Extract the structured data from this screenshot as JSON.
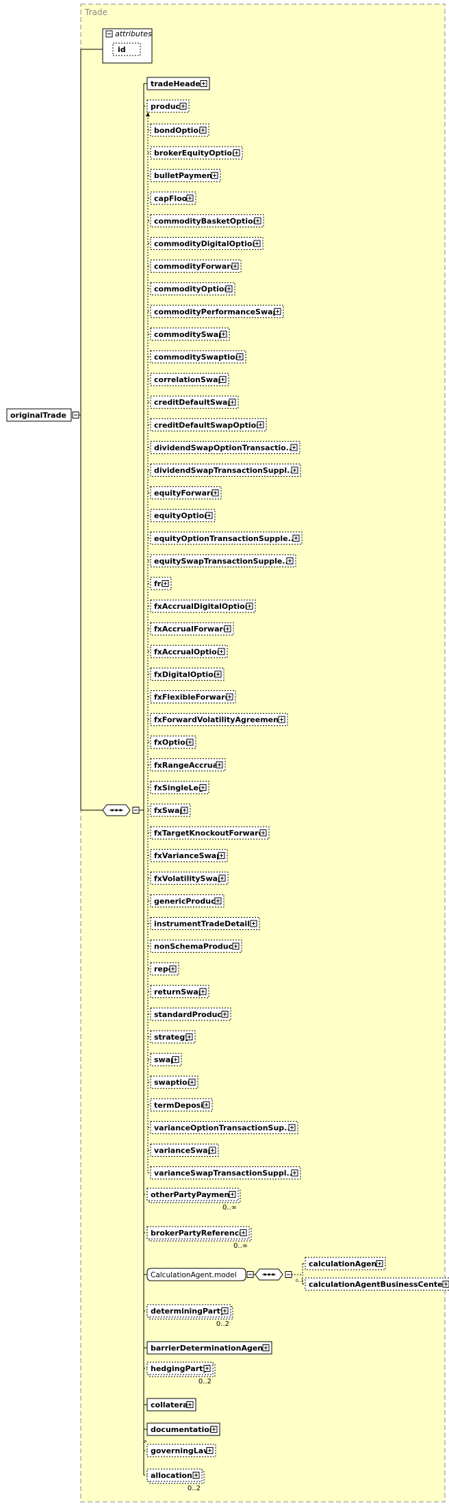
{
  "container": {
    "title": "Trade"
  },
  "attributes": {
    "title": "attributes",
    "items": [
      "id"
    ]
  },
  "root": {
    "label": "originalTrade"
  },
  "sequence_children": [
    {
      "label": "tradeHeader"
    },
    {
      "label": "product"
    },
    {
      "label": "otherPartyPayment",
      "occurrence": "0..∞"
    },
    {
      "label": "brokerPartyReference",
      "occurrence": "0..∞"
    },
    {
      "label": "CalculationAgent.model",
      "group": true
    },
    {
      "label": "determiningParty",
      "occurrence": "0..2"
    },
    {
      "label": "barrierDeterminationAgent"
    },
    {
      "label": "hedgingParty",
      "occurrence": "0..2"
    },
    {
      "label": "collateral"
    },
    {
      "label": "documentation"
    },
    {
      "label": "governingLaw"
    },
    {
      "label": "allocations",
      "occurrence": "0..2"
    }
  ],
  "product_substitutes": [
    "bondOption",
    "brokerEquityOption",
    "bulletPayment",
    "capFloor",
    "commodityBasketOption",
    "commodityDigitalOption",
    "commodityForward",
    "commodityOption",
    "commodityPerformanceSwap",
    "commoditySwap",
    "commoditySwaption",
    "correlationSwap",
    "creditDefaultSwap",
    "creditDefaultSwapOption",
    "dividendSwapOptionTransactio...",
    "dividendSwapTransactionSuppl...",
    "equityForward",
    "equityOption",
    "equityOptionTransactionSupple...",
    "equitySwapTransactionSupple...",
    "fra",
    "fxAccrualDigitalOption",
    "fxAccrualForward",
    "fxAccrualOption",
    "fxDigitalOption",
    "fxFlexibleForward",
    "fxForwardVolatilityAgreement",
    "fxOption",
    "fxRangeAccrual",
    "fxSingleLeg",
    "fxSwap",
    "fxTargetKnockoutForward",
    "fxVarianceSwap",
    "fxVolatilitySwap",
    "genericProduct",
    "instrumentTradeDetails",
    "nonSchemaProduct",
    "repo",
    "returnSwap",
    "standardProduct",
    "strategy",
    "swap",
    "swaption",
    "termDeposit",
    "varianceOptionTransactionSup...",
    "varianceSwap",
    "varianceSwapTransactionSuppl..."
  ],
  "calculation_agent_children": [
    {
      "label": "calculationAgent"
    },
    {
      "label": "calculationAgentBusinessCenter"
    }
  ],
  "colors": {
    "background": "#ffffc8",
    "border": "#888888",
    "line": "#000000",
    "text": "#000000"
  }
}
